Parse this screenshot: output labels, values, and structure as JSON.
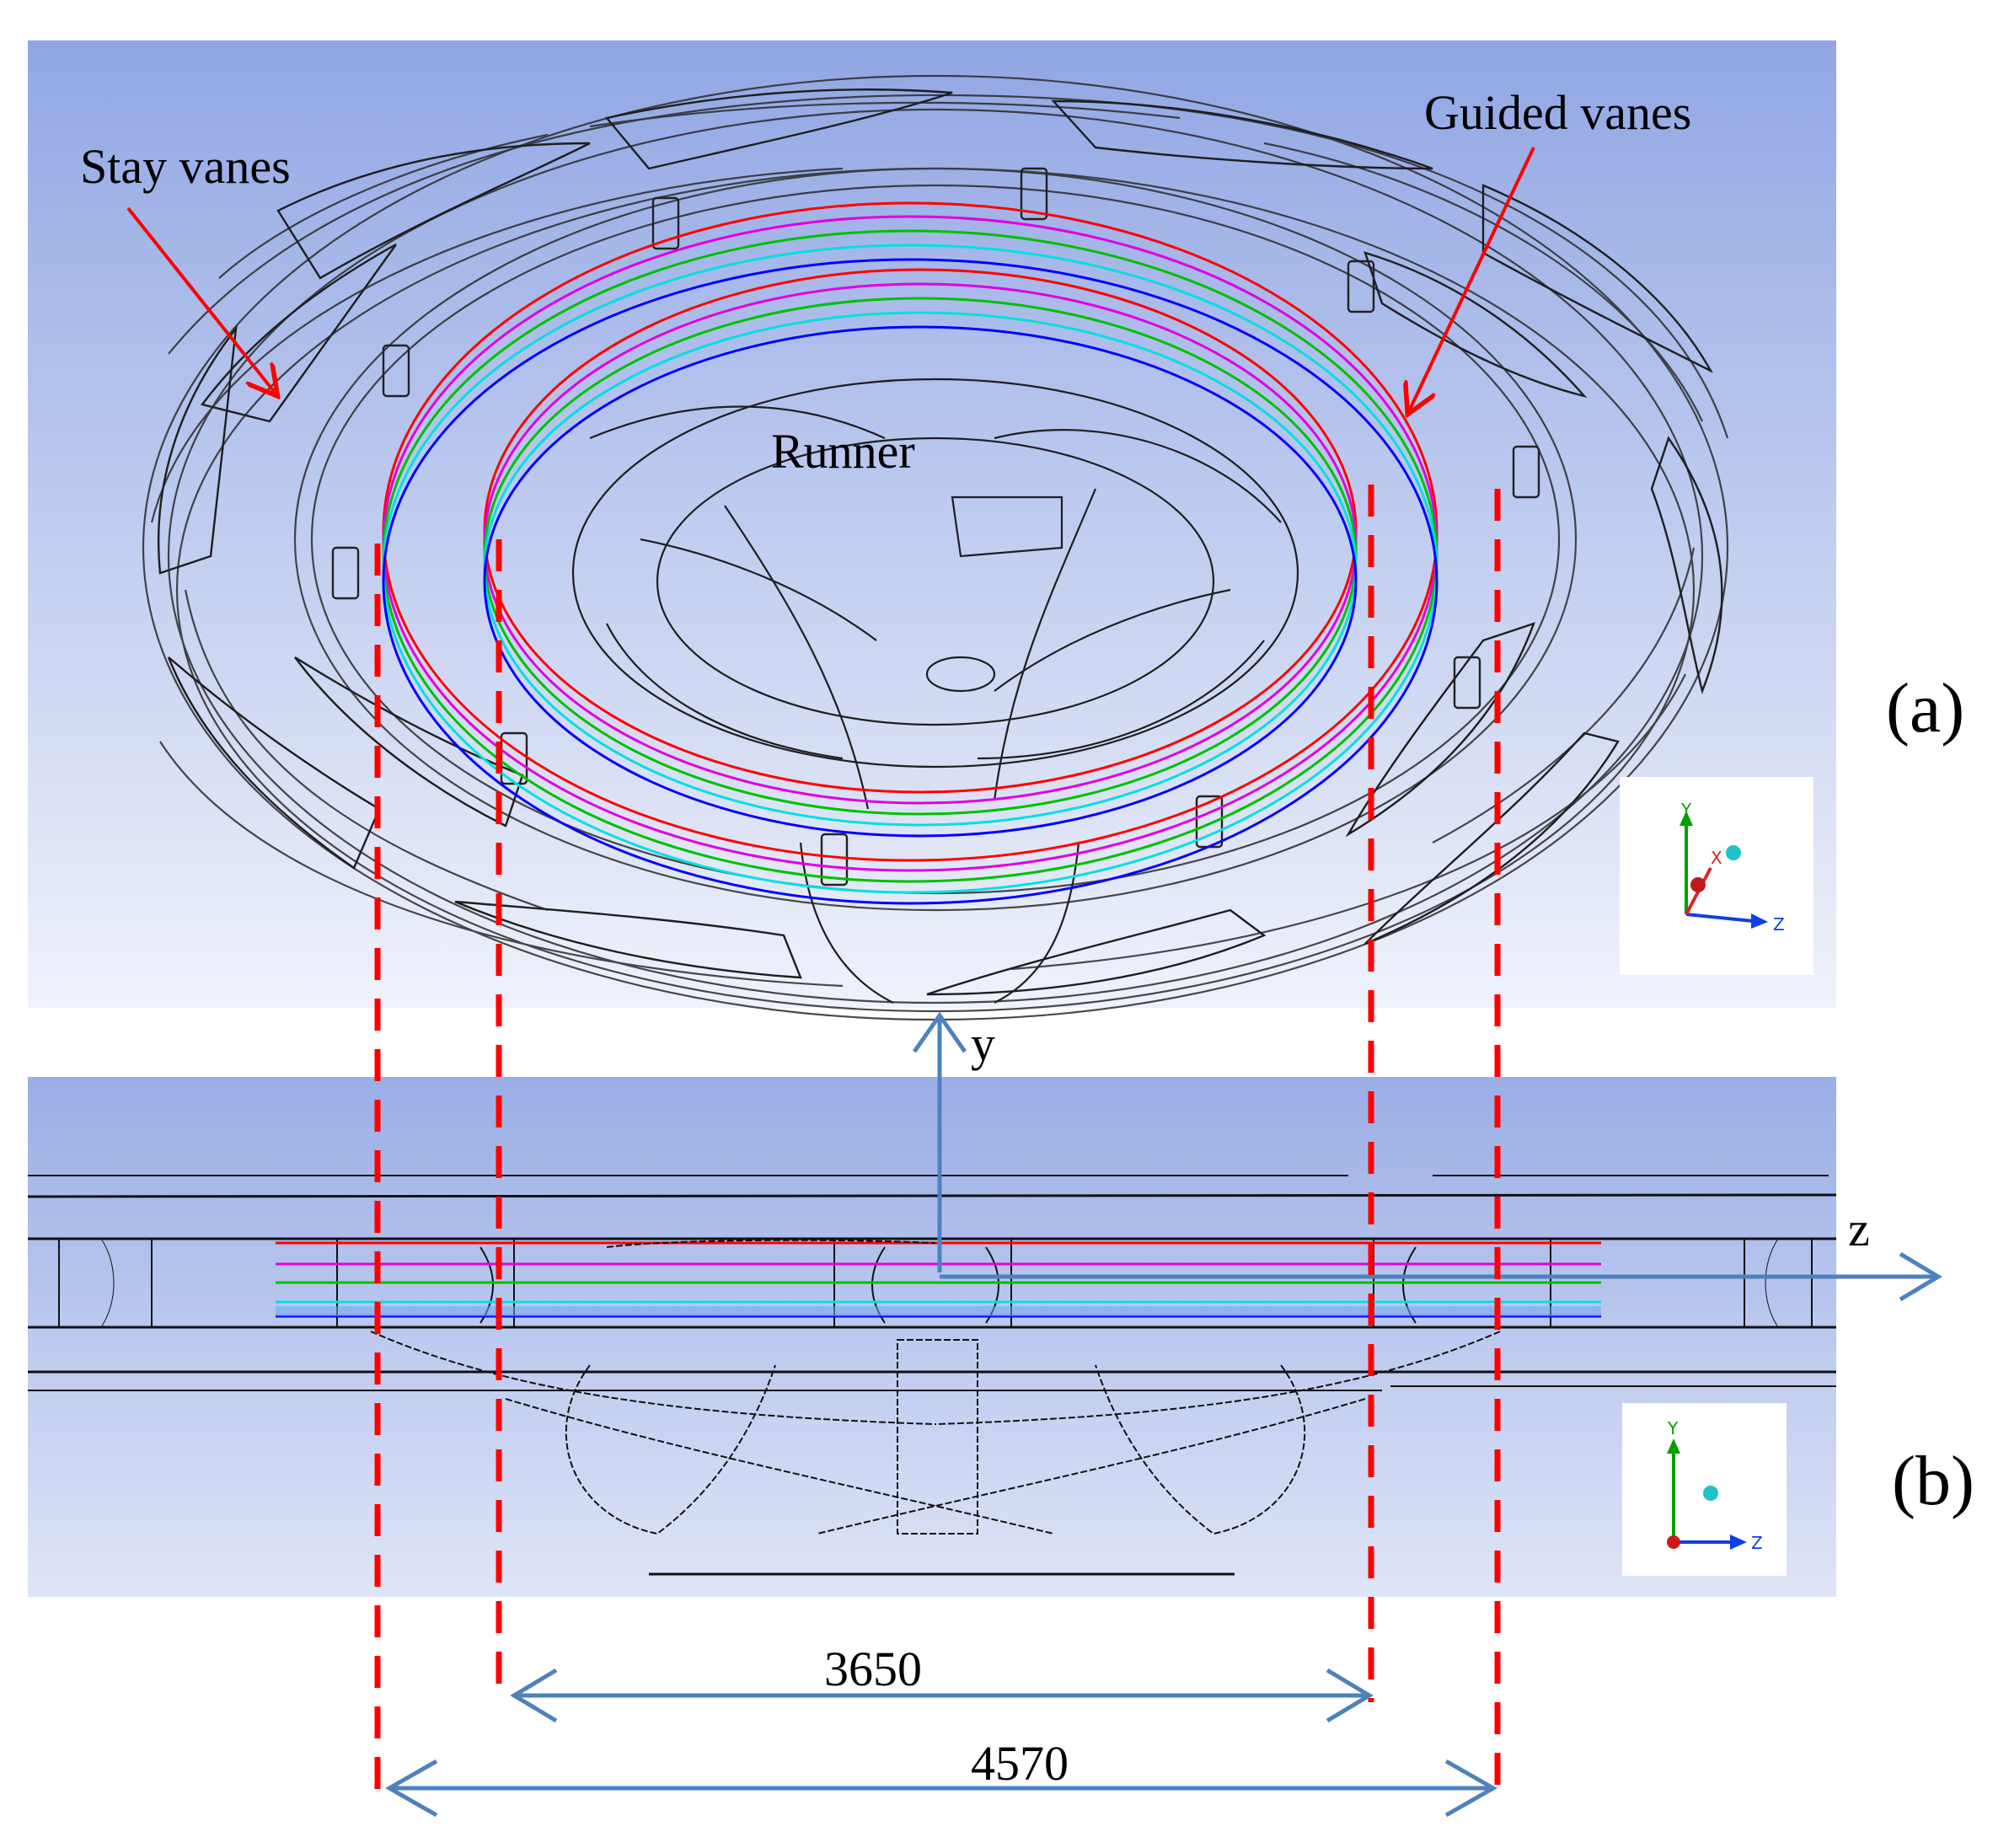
{
  "panel_a": {
    "panel_label": "(a)",
    "labels": {
      "stay_vanes": "Stay vanes",
      "guided_vanes": "Guided vanes",
      "runner": "Runner"
    },
    "triad": {
      "y": "Y",
      "x": "X",
      "z": "Z"
    }
  },
  "panel_b": {
    "panel_label": "(b)",
    "triad": {
      "y": "Y",
      "z": "Z"
    }
  },
  "axes": {
    "y": "y",
    "z": "z"
  },
  "dimensions": {
    "inner": "3650",
    "outer": "4570"
  },
  "colors": {
    "background_top": "#97ace6",
    "background_bottom": "#eef1fa",
    "dashed_guides": "#ff0000",
    "annotation_arrows": "#ff0000",
    "axis_arrows": "#4f81bd",
    "ring_lines": [
      "#ff0000",
      "#e000e0",
      "#00c000",
      "#00e0e0",
      "#0000ff"
    ]
  }
}
